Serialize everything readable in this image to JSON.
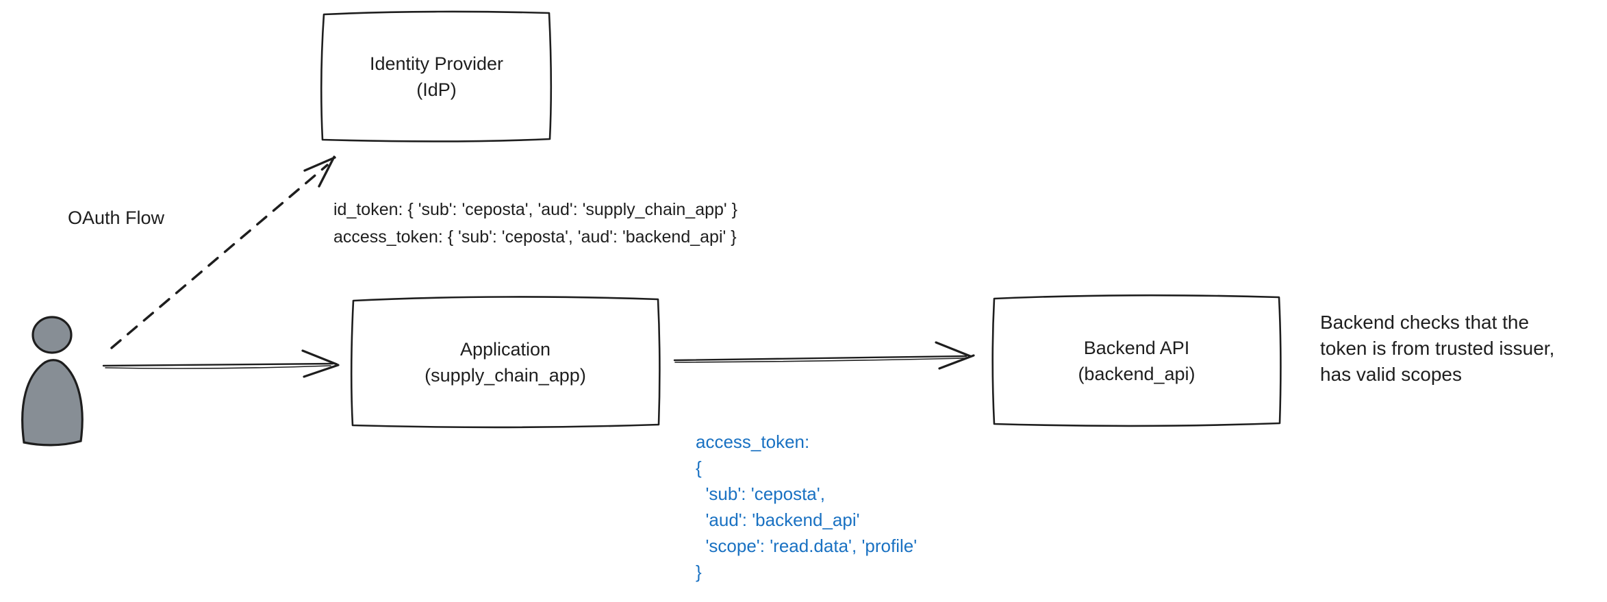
{
  "colors": {
    "ink": "#1e1e1e",
    "accent_blue": "#1971c2",
    "person_fill": "#878e95",
    "background": "#ffffff"
  },
  "labels": {
    "oauth_flow": "OAuth Flow"
  },
  "boxes": {
    "idp": {
      "title": "Identity Provider",
      "subtitle": "(IdP)"
    },
    "application": {
      "title": "Application",
      "subtitle": "(supply_chain_app)"
    },
    "backend": {
      "title": "Backend API",
      "subtitle": "(backend_api)"
    }
  },
  "notes": {
    "tokens_issued": {
      "lines": [
        "id_token: { 'sub': 'ceposta', 'aud': 'supply_chain_app' }",
        "access_token: { 'sub': 'ceposta', 'aud': 'backend_api' }"
      ]
    },
    "access_token_payload": {
      "lines": [
        "access_token:",
        "{",
        "  'sub': 'ceposta',",
        "  'aud': 'backend_api'",
        "  'scope': 'read.data', 'profile'",
        "}"
      ]
    },
    "backend_validation": {
      "lines": [
        "Backend checks that the",
        "token is from trusted issuer,",
        "has valid scopes"
      ]
    }
  },
  "icons": {
    "person": "person-user-icon"
  }
}
